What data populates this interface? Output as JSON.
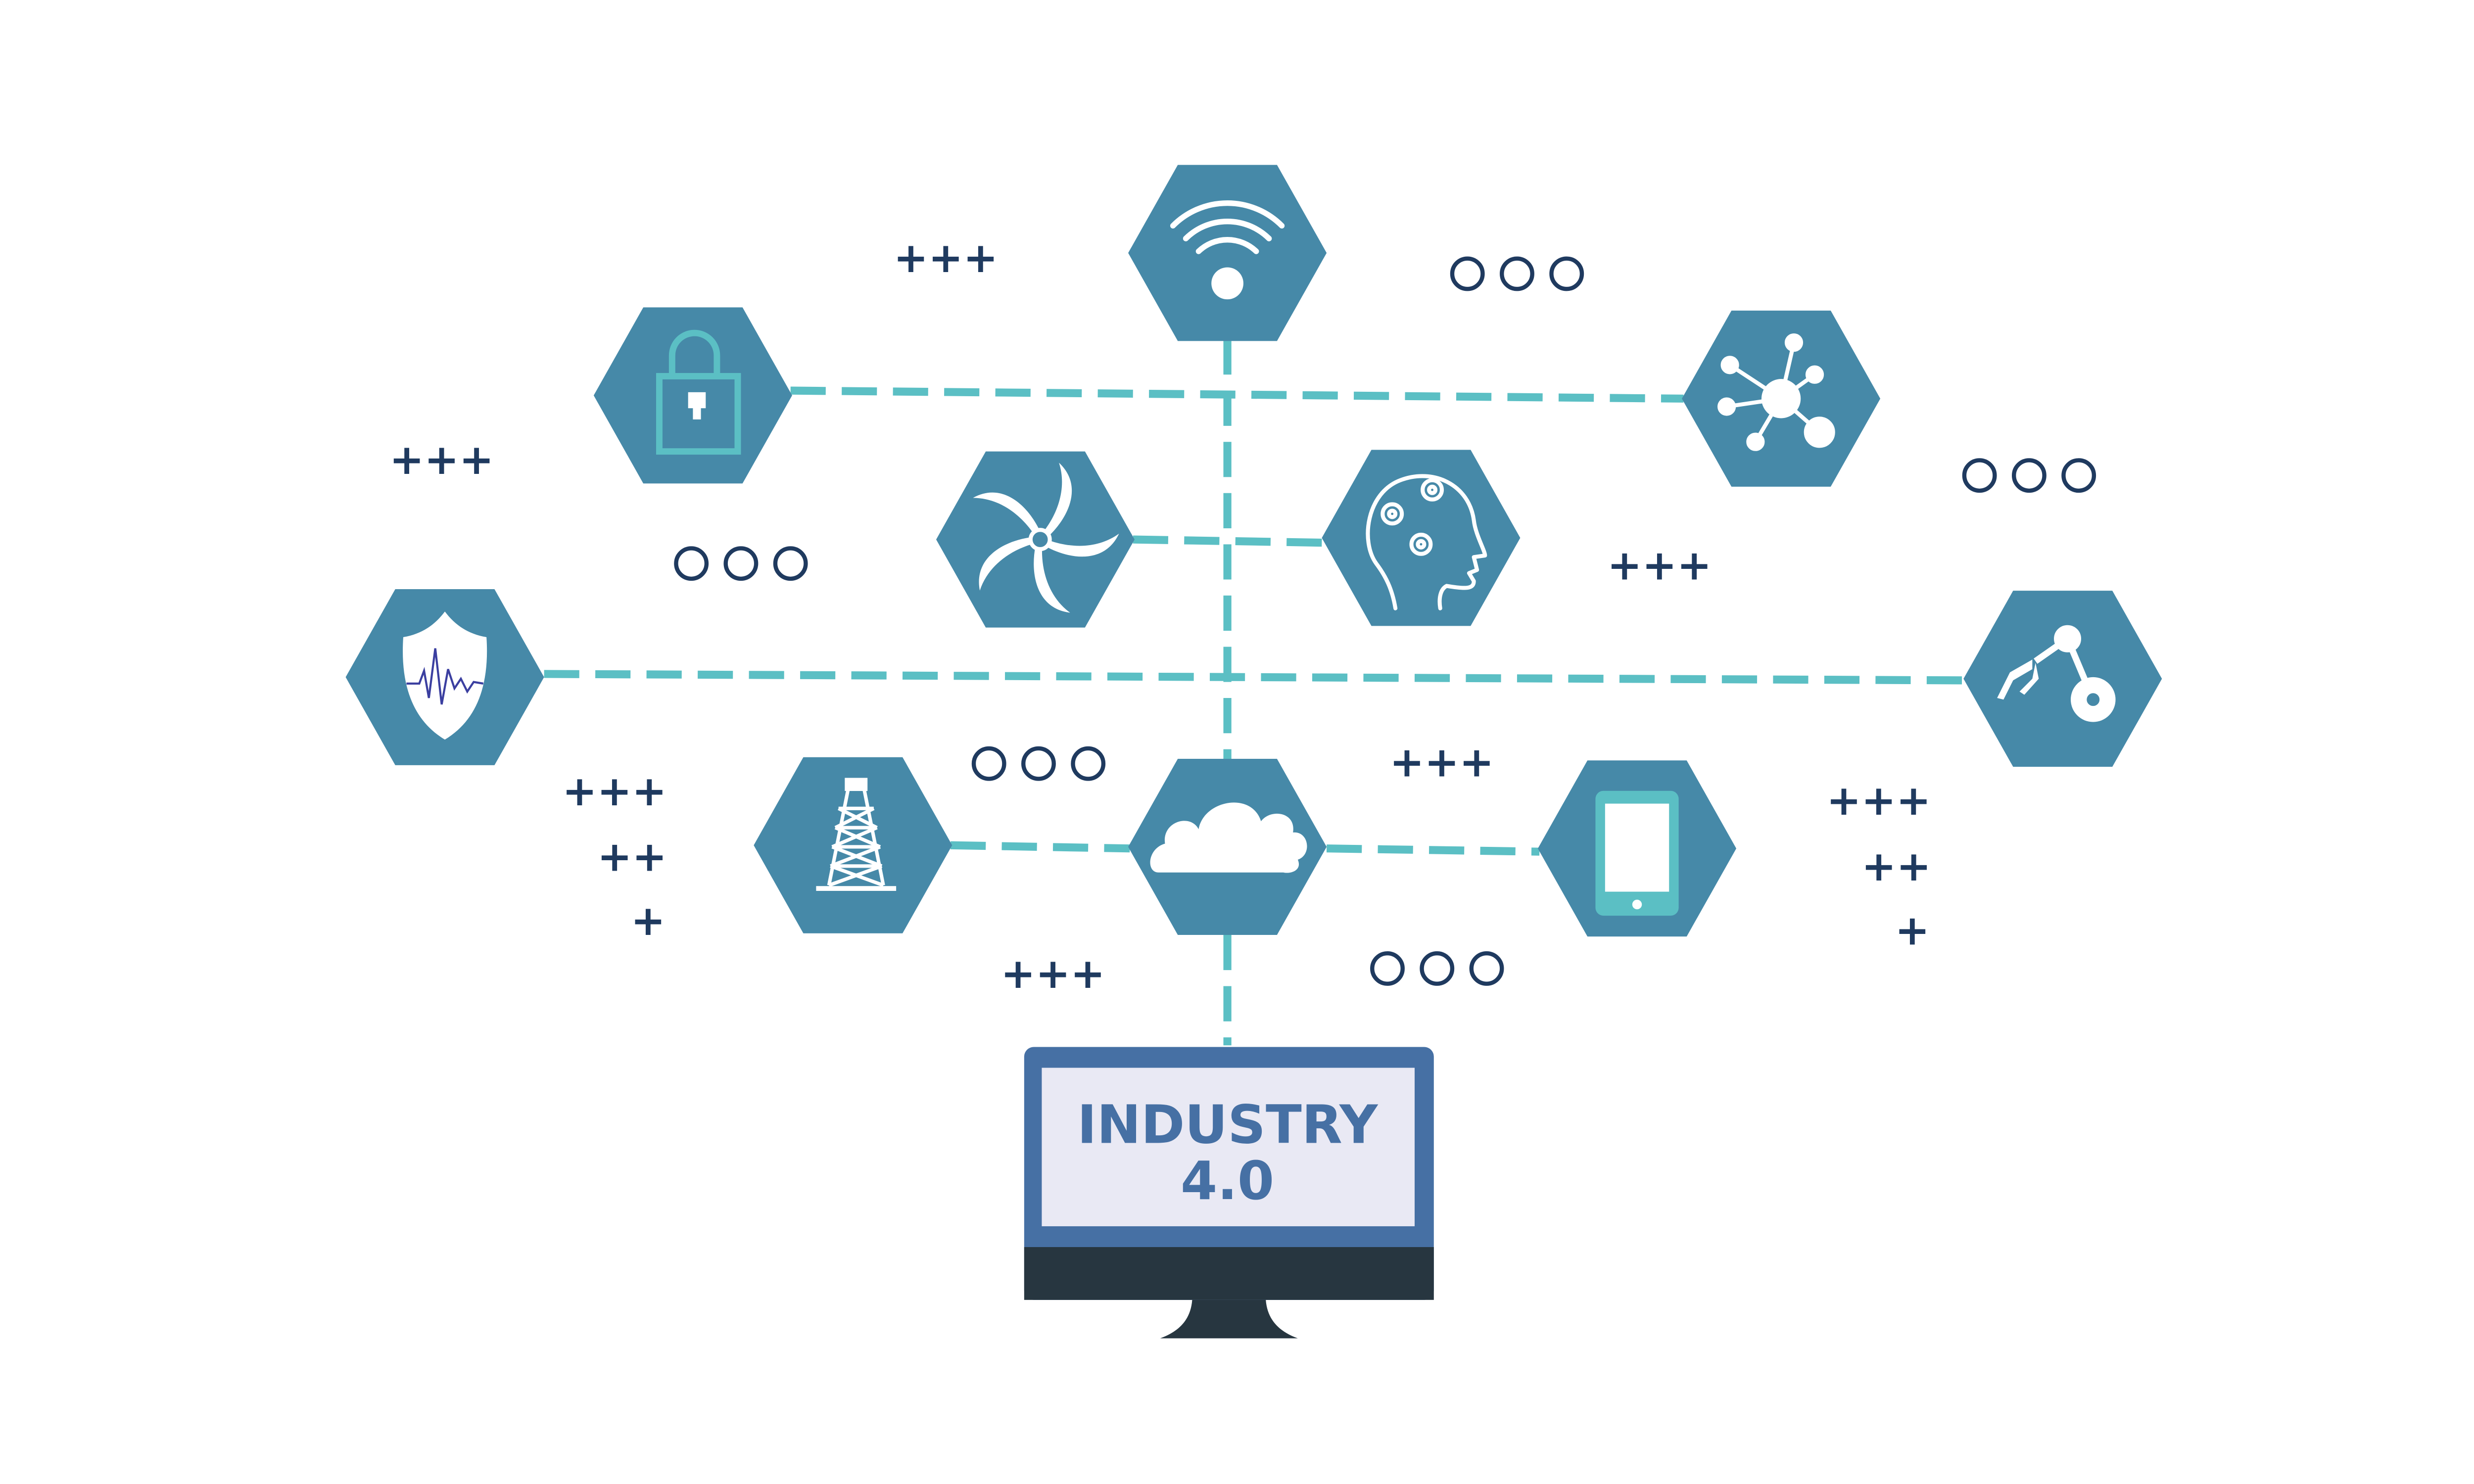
{
  "colors": {
    "hex_fill": "#4689a8",
    "connector": "#5bbfc4",
    "icon_line": "#ffffff",
    "accent_teal": "#5bbfc4",
    "deco_navy": "#1f3a5f",
    "monitor_frame": "#4670a4",
    "monitor_screen": "#e9e9f4",
    "monitor_stand": "#273640",
    "screen_text": "#4670a4",
    "shield_wave": "#3b3fa0"
  },
  "monitor": {
    "line1": "INDUSTRY",
    "line2": "4.0"
  },
  "nodes": [
    {
      "id": "wifi",
      "icon": "wifi-icon"
    },
    {
      "id": "lock",
      "icon": "padlock-icon"
    },
    {
      "id": "network",
      "icon": "network-nodes-icon"
    },
    {
      "id": "fan",
      "icon": "fan-blades-icon"
    },
    {
      "id": "brain",
      "icon": "head-gears-icon"
    },
    {
      "id": "shield",
      "icon": "shield-pulse-icon"
    },
    {
      "id": "robot-arm",
      "icon": "robot-arm-icon"
    },
    {
      "id": "tower",
      "icon": "power-tower-icon"
    },
    {
      "id": "cloud",
      "icon": "cloud-icon"
    },
    {
      "id": "tablet",
      "icon": "tablet-icon"
    }
  ],
  "decorations": {
    "plus_row": "+++",
    "plus_double": "++",
    "plus_single": "+"
  }
}
